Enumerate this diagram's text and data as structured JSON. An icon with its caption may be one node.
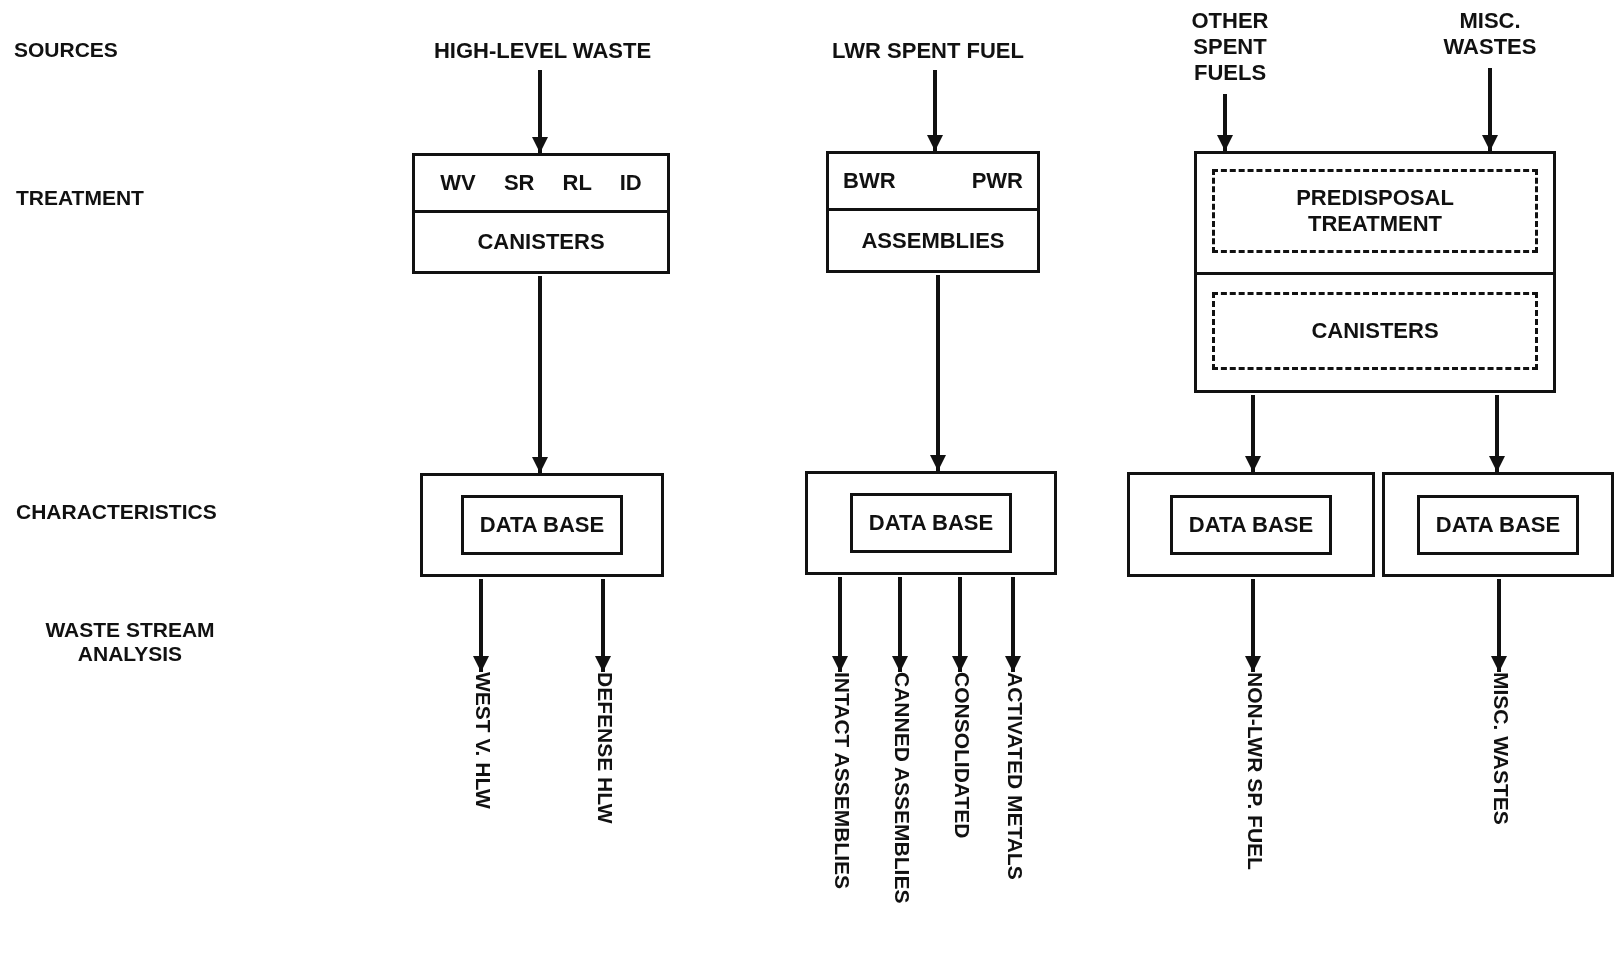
{
  "diagram": {
    "nodes": [
      {
        "text": [
          "HIGH-LEVEL WASTE"
        ]
      },
      {
        "text": [
          "LWR SPENT FUEL"
        ]
      },
      {
        "text": [
          "OTHER SPENT FUELS"
        ]
      },
      {
        "text": [
          "MISC. WASTES"
        ]
      },
      {
        "text": [
          "WV SR RL ID",
          "CANISTERS"
        ]
      },
      {
        "text": [
          "BWR PWR",
          "ASSEMBLIES"
        ]
      },
      {
        "text": [],
        "shape": "box"
      },
      {
        "text": [
          "PREDISPOSAL TREATMENT"
        ],
        "in": 6
      },
      {
        "text": [
          "CANISTERS"
        ],
        "in": 6
      },
      {
        "text": [
          "DATA BASE"
        ]
      },
      {
        "text": [
          "DATA BASE"
        ]
      },
      {
        "text": [
          "DATA BASE"
        ]
      },
      {
        "text": [
          "DATA BASE"
        ]
      },
      {
        "text": [
          "WEST V. HLW"
        ]
      },
      {
        "text": [
          "DEFENSE HLW"
        ]
      },
      {
        "text": [
          "INTACT ASSEMBLIES"
        ]
      },
      {
        "text": [
          "CANNED ASSEMBLIES"
        ]
      },
      {
        "text": [
          "CONSOLIDATED"
        ]
      },
      {
        "text": [
          "ACTIVATED METALS"
        ]
      },
      {
        "text": [
          "NON-LWR SP. FUEL"
        ]
      },
      {
        "text": [
          "MISC. WASTES"
        ]
      }
    ],
    "edges": [
      {
        "from": 0,
        "to": 4,
        "arrow": "to"
      },
      {
        "from": 1,
        "to": 5,
        "arrow": "to"
      },
      {
        "from": 2,
        "to": 6,
        "arrow": "to"
      },
      {
        "from": 3,
        "to": 6,
        "arrow": "to"
      },
      {
        "from": 4,
        "to": 9,
        "arrow": "to"
      },
      {
        "from": 5,
        "to": 10,
        "arrow": "to"
      },
      {
        "from": 6,
        "to": 11,
        "arrow": "to"
      },
      {
        "from": 6,
        "to": 12,
        "arrow": "to"
      },
      {
        "from": 9,
        "to": 13,
        "arrow": "to"
      },
      {
        "from": 9,
        "to": 14,
        "arrow": "to"
      },
      {
        "from": 10,
        "to": 15,
        "arrow": "to"
      },
      {
        "from": 10,
        "to": 16,
        "arrow": "to"
      },
      {
        "from": 10,
        "to": 17,
        "arrow": "to"
      },
      {
        "from": 10,
        "to": 18,
        "arrow": "to"
      },
      {
        "from": 11,
        "to": 19,
        "arrow": "to"
      },
      {
        "from": 12,
        "to": 20,
        "arrow": "to"
      }
    ],
    "labels": [
      "SOURCES",
      "TREATMENT",
      "CHARACTERISTICS",
      "WASTE STREAM ANALYSIS"
    ]
  }
}
